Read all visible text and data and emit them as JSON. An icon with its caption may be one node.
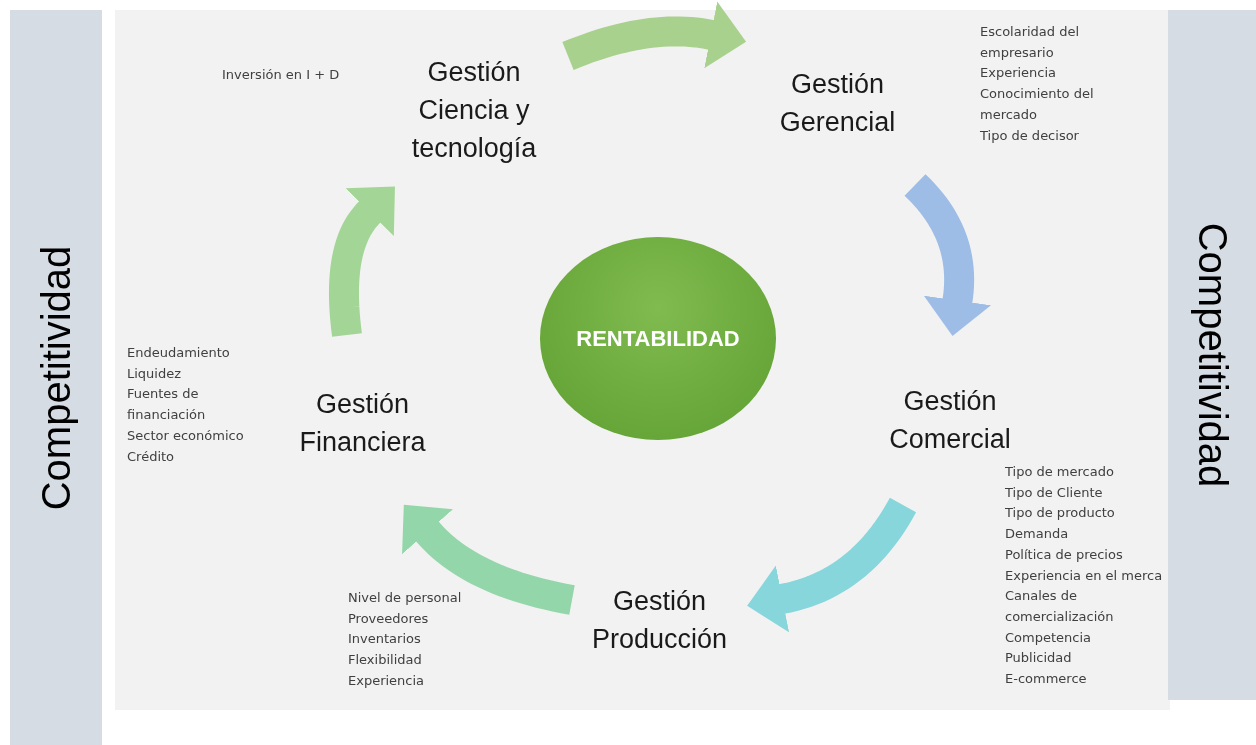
{
  "diagram": {
    "nodes": [
      {
        "text": [
          "Competitividad"
        ]
      },
      {
        "text": [
          "Competitividad"
        ]
      },
      {
        "text": [
          "Gestión Ciencia y tecnología"
        ],
        "beside": [
          "Inversión en I + D"
        ]
      },
      {
        "text": [
          "Gestión Gerencial"
        ],
        "beside": [
          "Escolaridad del empresario",
          "Experiencia",
          "Conocimiento del mercado",
          "Tipo de decisor"
        ]
      },
      {
        "text": [
          "Gestión Comercial"
        ],
        "beside": [
          "Tipo de mercado",
          "Tipo de Cliente",
          "Tipo de producto",
          "Demanda",
          "Política de precios",
          "Experiencia en el merca",
          "Canales de comercialización",
          "Competencia",
          "Publicidad",
          "E-commerce"
        ]
      },
      {
        "text": [
          "Gestión Producción"
        ],
        "beside": [
          "Nivel de personal",
          "Proveedores",
          "Inventarios",
          "Flexibilidad",
          "Experiencia"
        ]
      },
      {
        "text": [
          "Gestión Financiera"
        ],
        "beside": [
          "Endeudamiento",
          "Liquidez",
          "Fuentes de financiación",
          "Sector económico",
          "Crédito"
        ]
      },
      {
        "text": [
          "RENTABILIDAD"
        ]
      }
    ],
    "edges": [
      {
        "from": 2,
        "to": 3,
        "arrow": "to",
        "color": "#a9d18e"
      },
      {
        "from": 3,
        "to": 4,
        "arrow": "to",
        "color": "#9dbde6"
      },
      {
        "from": 4,
        "to": 5,
        "arrow": "to",
        "color": "#86d6dc"
      },
      {
        "from": 5,
        "to": 6,
        "arrow": "to",
        "color": "#93d6aa"
      },
      {
        "from": 6,
        "to": 2,
        "arrow": "to",
        "color": "#a3d597"
      }
    ]
  }
}
